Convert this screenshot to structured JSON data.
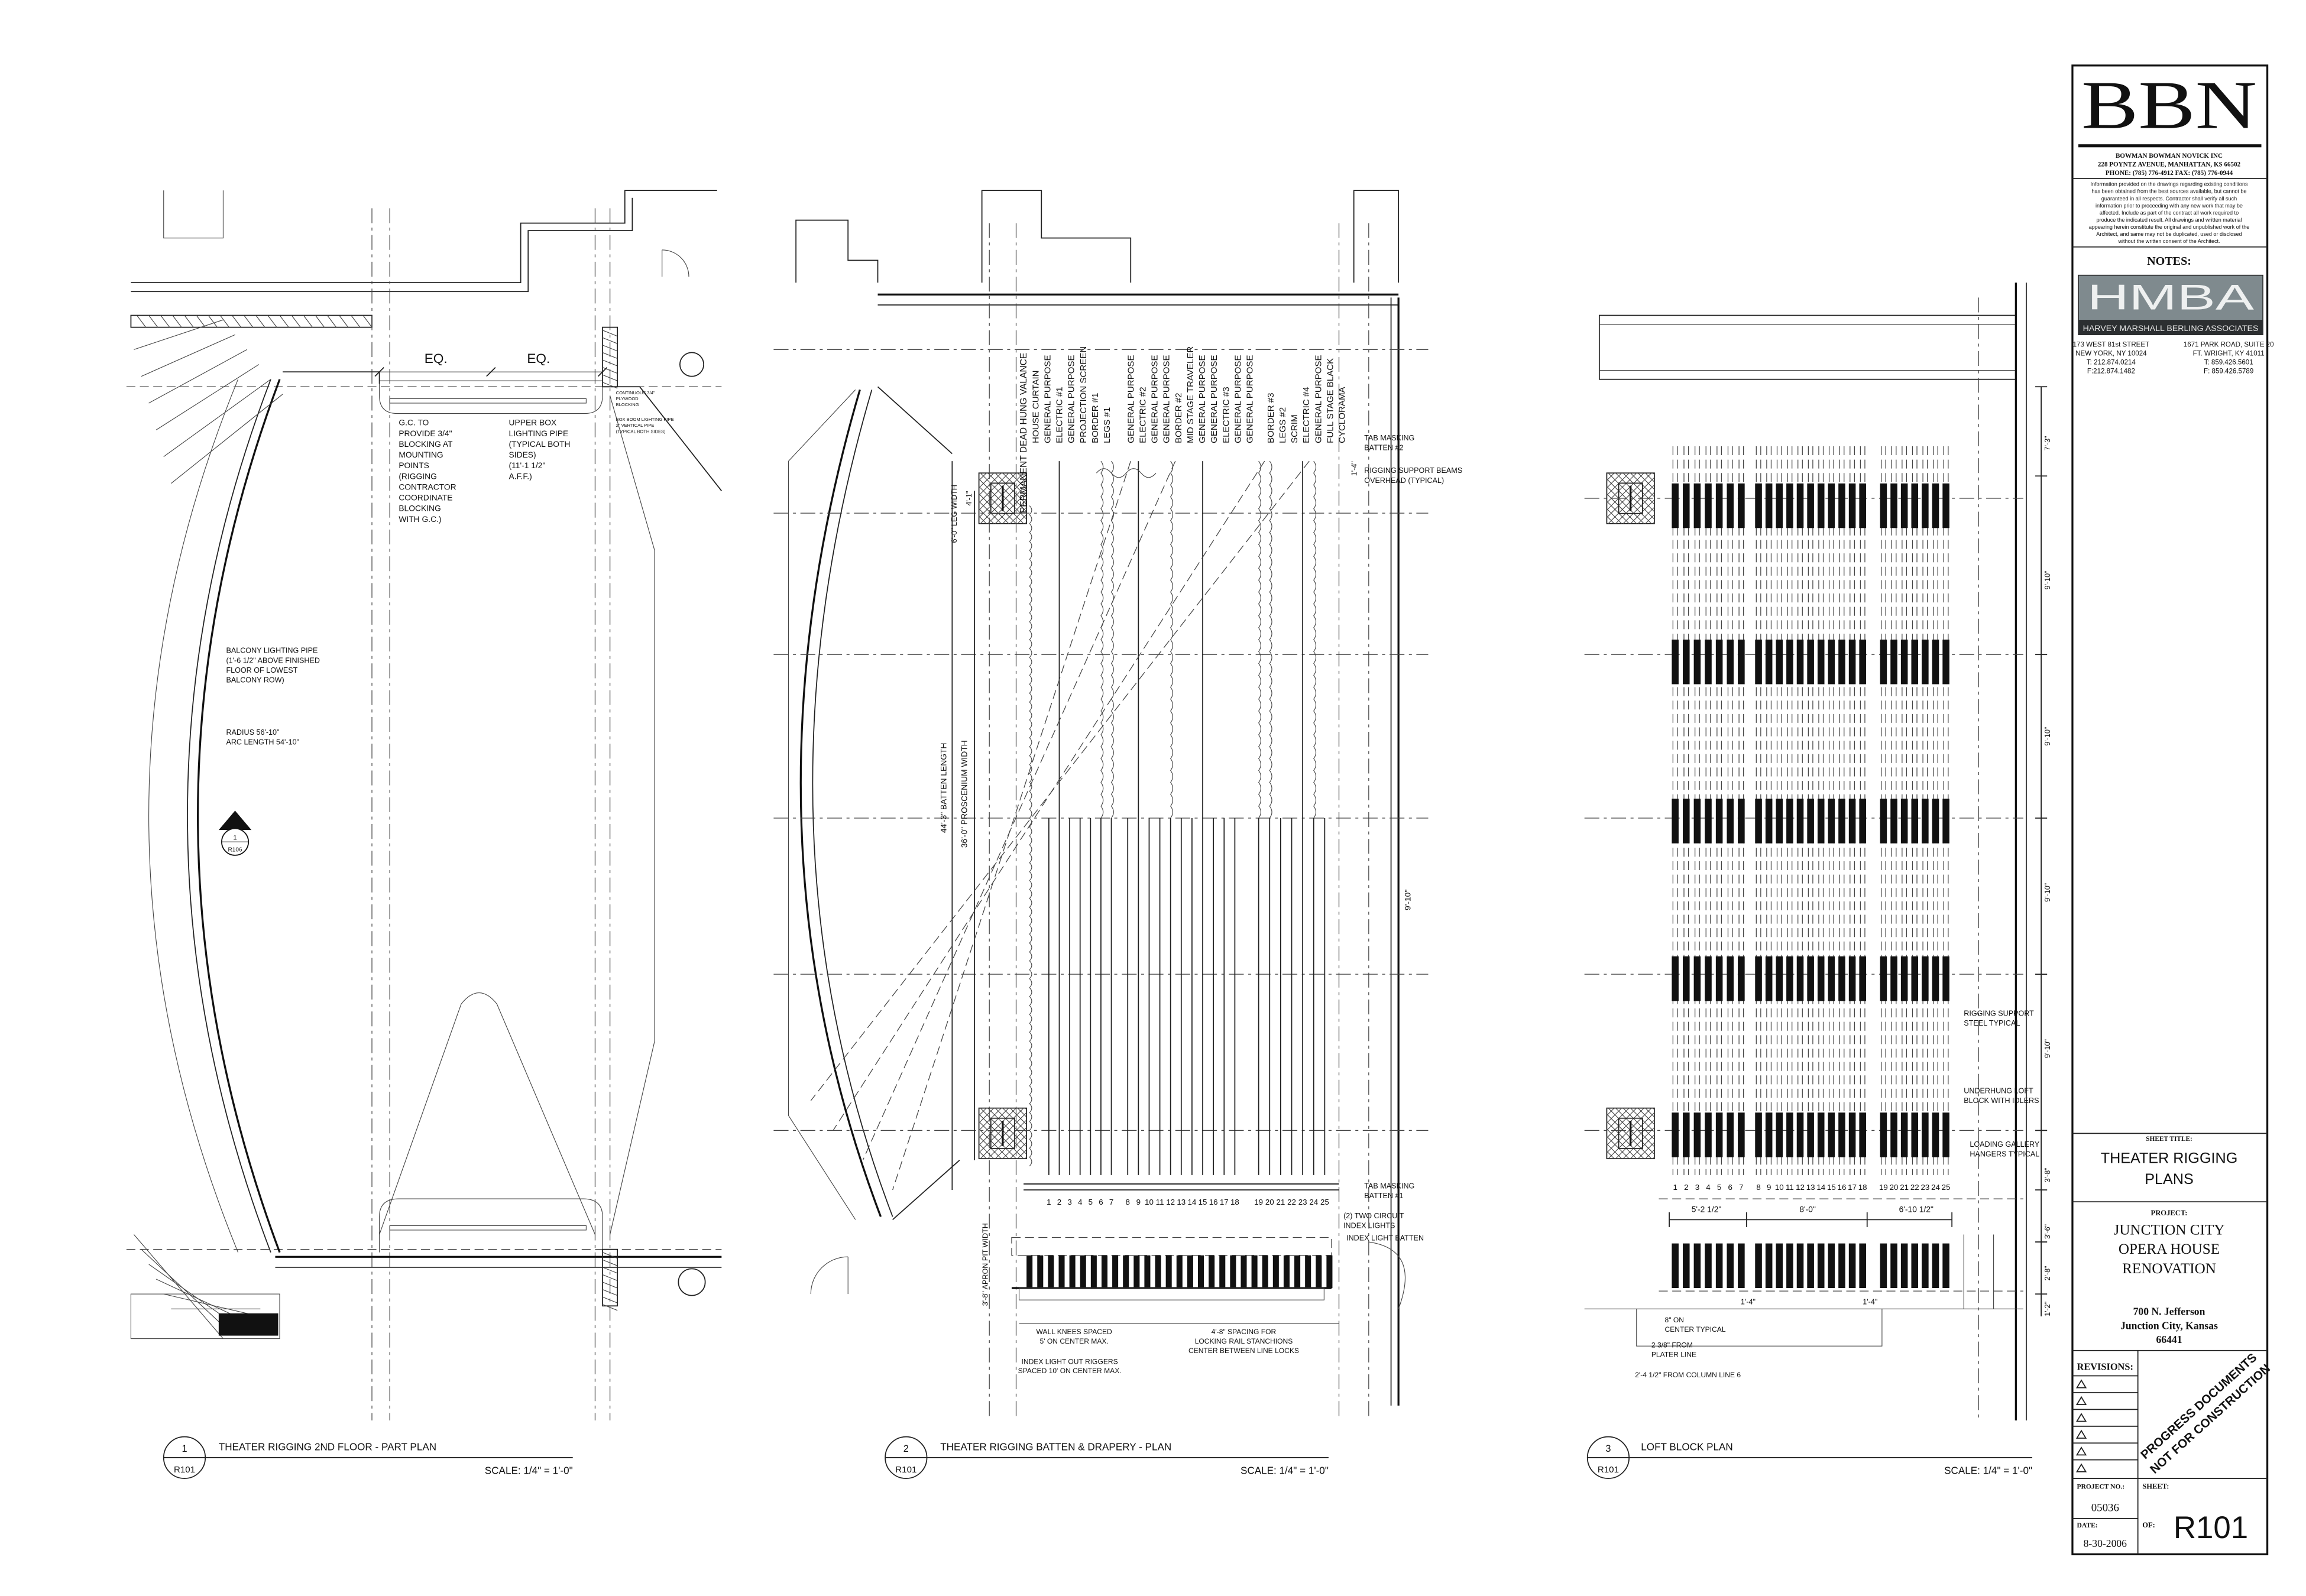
{
  "title_block": {
    "firm_logo": "BBN",
    "firm_name": "BOWMAN BOWMAN NOVICK INC",
    "firm_address": "228 POYNTZ AVENUE, MANHATTAN, KS 66502",
    "firm_phone_fax": "PHONE:  (785) 776-4912   FAX:  (785) 776-0944",
    "disclaimer": [
      "Information provided on the drawings regarding existing conditions",
      "has been obtained from the best sources available, but cannot be",
      "guaranteed in all respects. Contractor shall verify all such",
      "information prior to proceeding with any new work that may be",
      "affected. Include as part of the contract all work required to",
      "produce the indicated result.  All drawings and written material",
      "appearing herein constitute the original and unpublished work of the",
      "Architect, and same may not be duplicated, used or disclosed",
      "without the written consent of the Architect."
    ],
    "notes_label": "NOTES:",
    "consultant_logo": "HMBA",
    "consultant_name": "HARVEY MARSHALL BERLING ASSOCIATES",
    "consultant_offices": [
      [
        "173 WEST 81st STREET",
        "NEW YORK, NY 10024",
        "T: 212.874.0214",
        "F:212.874.1482"
      ],
      [
        "1671 PARK ROAD, SUITE 20",
        "FT. WRIGHT, KY 41011",
        "T: 859.426.5601",
        "F: 859.426.5789"
      ]
    ],
    "sheet_title_label": "SHEET TITLE:",
    "sheet_title": [
      "THEATER RIGGING",
      "PLANS"
    ],
    "project_label": "PROJECT:",
    "project_name": [
      "JUNCTION CITY",
      "OPERA HOUSE",
      "RENOVATION"
    ],
    "project_address": [
      "700 N. Jefferson",
      "Junction City, Kansas",
      "66441"
    ],
    "revisions_label": "REVISIONS:",
    "revision_count": 6,
    "stamp": [
      "PROGRESS DOCUMENTS",
      "NOT FOR CONSTRUCTION"
    ],
    "project_no_label": "PROJECT NO.:",
    "project_no": "05036",
    "date_label": "DATE:",
    "date": "8-30-2006",
    "sheet_label": "SHEET:",
    "of_label": "OF:",
    "sheet_number": "R101"
  },
  "plans": [
    {
      "number": "1",
      "ref": "R101",
      "title": "THEATER RIGGING 2ND FLOOR - PART PLAN",
      "scale": "SCALE: 1/4\" = 1'-0\"",
      "eq_label": "EQ.",
      "gc_note": [
        "G.C. TO",
        "PROVIDE 3/4\"",
        "BLOCKING AT",
        "MOUNTING",
        "POINTS",
        "(RIGGING",
        "CONTRACTOR",
        "COORDINATE",
        "BLOCKING",
        "WITH G.C.)"
      ],
      "upper_box_note": [
        "UPPER BOX",
        "LIGHTING PIPE",
        "(TYPICAL BOTH",
        "SIDES)",
        "(11'-1 1/2\"",
        "A.F.F.)"
      ],
      "plywood_note": [
        "CONTINUOUS 3/4\"",
        "PLYWOOD",
        "BLOCKING"
      ],
      "box_boom_note": [
        "BOX BOOM LIGHTING PIPE",
        "2\" VERTICAL PIPE",
        "(TYPICAL BOTH SIDES)"
      ],
      "balcony_note": [
        "BALCONY LIGHTING PIPE",
        "(1'-6 1/2\" ABOVE FINISHED",
        "FLOOR OF LOWEST",
        "BALCONY ROW)"
      ],
      "radius_note": [
        "RADIUS 56'-10\"",
        "ARC LENGTH 54'-10\""
      ],
      "section_marker": {
        "number": "1",
        "ref": "R106"
      }
    },
    {
      "number": "2",
      "ref": "R101",
      "title": "THEATER RIGGING BATTEN & DRAPERY - PLAN",
      "scale": "SCALE: 1/4\" = 1'-0\"",
      "valance_label": "PERMANENT DEAD HUNG VALANCE",
      "batten_labels": [
        "HOUSE CURTAIN",
        "GENERAL PURPOSE",
        "ELECTRIC #1",
        "GENERAL PURPOSE",
        "PROJECTION SCREEN",
        "BORDER #1",
        "LEGS #1",
        "GENERAL PURPOSE",
        "ELECTRIC #2",
        "GENERAL PURPOSE",
        "GENERAL PURPOSE",
        "BORDER #2",
        "MID STAGE TRAVELER",
        "GENERAL PURPOSE",
        "GENERAL PURPOSE",
        "ELECTRIC #3",
        "GENERAL PURPOSE",
        "GENERAL PURPOSE",
        "BORDER #3",
        "LEGS #2",
        "SCRIM",
        "ELECTRIC #4",
        "GENERAL PURPOSE",
        "FULL STAGE BLACK",
        "CYCLORAMA"
      ],
      "batten_numbers": [
        "1",
        "2",
        "3",
        "4",
        "5",
        "6",
        "7",
        "8",
        "9",
        "10",
        "11",
        "12",
        "13",
        "14",
        "15",
        "16",
        "17",
        "18",
        "19",
        "20",
        "21",
        "22",
        "23",
        "24",
        "25"
      ],
      "tab_masking_2": [
        "TAB MASKING",
        "BATTEN #2"
      ],
      "rigging_beams": [
        "RIGGING SUPPORT BEAMS",
        "OVERHEAD (TYPICAL)"
      ],
      "tab_masking_1": [
        "TAB MASKING",
        "BATTEN #1"
      ],
      "index_lights": [
        "(2) TWO CIRCUIT",
        "INDEX LIGHTS"
      ],
      "index_batten": "INDEX LIGHT BATTEN",
      "wall_knees": [
        "WALL KNEES SPACED",
        "5' ON CENTER MAX."
      ],
      "index_riggers": [
        "INDEX LIGHT OUT RIGGERS",
        "SPACED 10' ON CENTER MAX."
      ],
      "stanchions": [
        "4'-8\" SPACING FOR",
        "LOCKING RAIL STANCHIONS",
        "CENTER BETWEEN LINE LOCKS"
      ],
      "dim_tab": "1'-4\"",
      "dim_leg_width": "6'-0\" LEG WIDTH",
      "dim_leg_offset": "4'-1\"",
      "dim_batten_length": "44'-3\" BATTEN LENGTH",
      "dim_proscenium": "36'-0\" PROSCENIUM WIDTH",
      "dim_bay": "9'-10\"",
      "dim_pit": "3'-8\" APRON PIT WIDTH"
    },
    {
      "number": "3",
      "ref": "R101",
      "title": "LOFT BLOCK PLAN",
      "scale": "SCALE: 1/4\" = 1'-0\"",
      "batten_numbers": [
        "1",
        "2",
        "3",
        "4",
        "5",
        "6",
        "7",
        "8",
        "9",
        "10",
        "11",
        "12",
        "13",
        "14",
        "15",
        "16",
        "17",
        "18",
        "19",
        "20",
        "21",
        "22",
        "23",
        "24",
        "25"
      ],
      "rigging_steel": [
        "RIGGING SUPPORT",
        "STEEL TYPICAL"
      ],
      "underhung": [
        "UNDERHUNG LOFT",
        "BLOCK WITH IDLERS"
      ],
      "loading_gallery": [
        "LOADING GALLERY",
        "HANGERS TYPICAL"
      ],
      "group_dims": [
        "5'-2 1/2\"",
        "8'-0\"",
        "6'-10 1/2\""
      ],
      "gap_dim": "1'-4\"",
      "spacing_notes": [
        [
          "8\" ON",
          "CENTER TYPICAL"
        ],
        [
          "2 3/8\" FROM",
          "PLATER LINE"
        ],
        [
          "2'-4 1/2\" FROM COLUMN LINE 6"
        ]
      ],
      "vertical_dims": [
        "7'-3\"",
        "9'-10\"",
        "9'-10\"",
        "9'-10\"",
        "9'-10\"",
        "3'-8\"",
        "3'-6\"",
        "2'-8\"",
        "1'-2\""
      ]
    }
  ]
}
